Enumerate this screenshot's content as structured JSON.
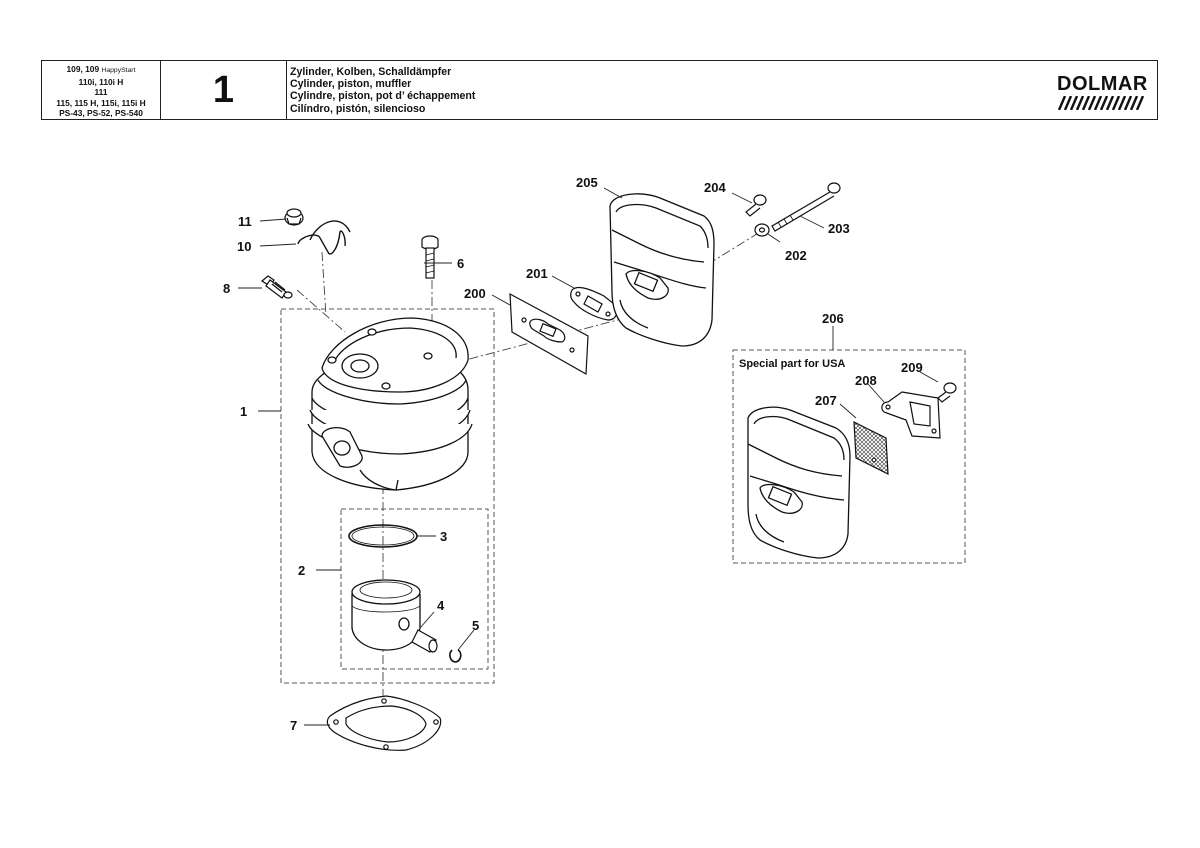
{
  "header": {
    "models": [
      {
        "main": "109, 109 ",
        "small": "HappyStart"
      },
      {
        "main": "110i, 110i H",
        "small": ""
      },
      {
        "main": "111",
        "small": ""
      },
      {
        "main": "115, 115 H, 115i, 115i H",
        "small": ""
      },
      {
        "main": "PS-43, PS-52, PS-540",
        "small": ""
      }
    ],
    "page_number": "1",
    "titles": [
      "Zylinder, Kolben, Schalldämpfer",
      "Cylinder, piston, muffler",
      "Cylindre, piston, pot d’ échappement",
      "Cilíndro, pistón, silencioso"
    ],
    "brand": "DOLMAR"
  },
  "diagram": {
    "note": "Special part for USA",
    "labels": {
      "p1": "1",
      "p2": "2",
      "p3": "3",
      "p4": "4",
      "p5": "5",
      "p6": "6",
      "p7": "7",
      "p8": "8",
      "p10": "10",
      "p11": "11",
      "p200": "200",
      "p201": "201",
      "p202": "202",
      "p203": "203",
      "p204": "204",
      "p205": "205",
      "p206": "206",
      "p207": "207",
      "p208": "208",
      "p209": "209"
    }
  }
}
